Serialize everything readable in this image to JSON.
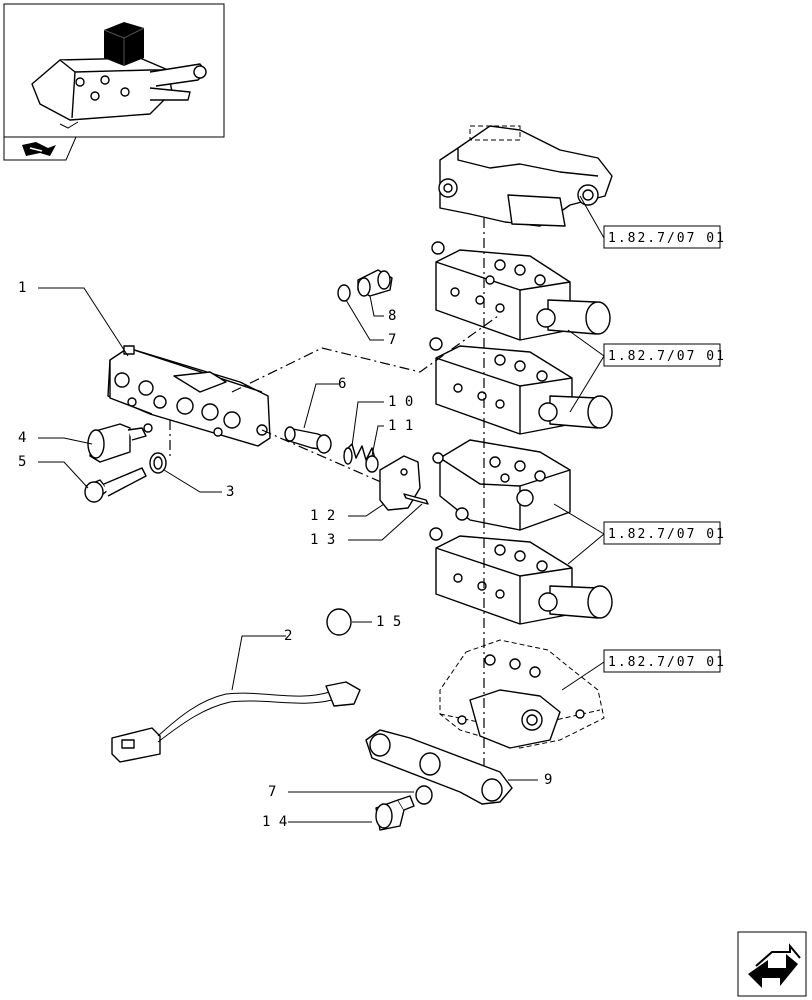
{
  "callouts": [
    {
      "id": "c1",
      "text": "1"
    },
    {
      "id": "c2",
      "text": "2"
    },
    {
      "id": "c3",
      "text": "3"
    },
    {
      "id": "c4",
      "text": "4"
    },
    {
      "id": "c5",
      "text": "5"
    },
    {
      "id": "c6",
      "text": "6"
    },
    {
      "id": "c7a",
      "text": "7"
    },
    {
      "id": "c7b",
      "text": "7"
    },
    {
      "id": "c8",
      "text": "8"
    },
    {
      "id": "c9",
      "text": "9"
    },
    {
      "id": "c10",
      "text": "1 0"
    },
    {
      "id": "c11",
      "text": "1 1"
    },
    {
      "id": "c12",
      "text": "1 2"
    },
    {
      "id": "c13",
      "text": "1 3"
    },
    {
      "id": "c14",
      "text": "1 4"
    },
    {
      "id": "c15",
      "text": "1 5"
    }
  ],
  "references": [
    {
      "id": "r1",
      "text": "1.82.7/07 01"
    },
    {
      "id": "r2",
      "text": "1.82.7/07 01"
    },
    {
      "id": "r3",
      "text": "1.82.7/07 01"
    },
    {
      "id": "r4",
      "text": "1.82.7/07 01"
    }
  ],
  "icons": {
    "thumbnail": "lift-assembly-thumbnail-icon",
    "book": "book-icon",
    "next": "next-page-arrow-icon"
  }
}
